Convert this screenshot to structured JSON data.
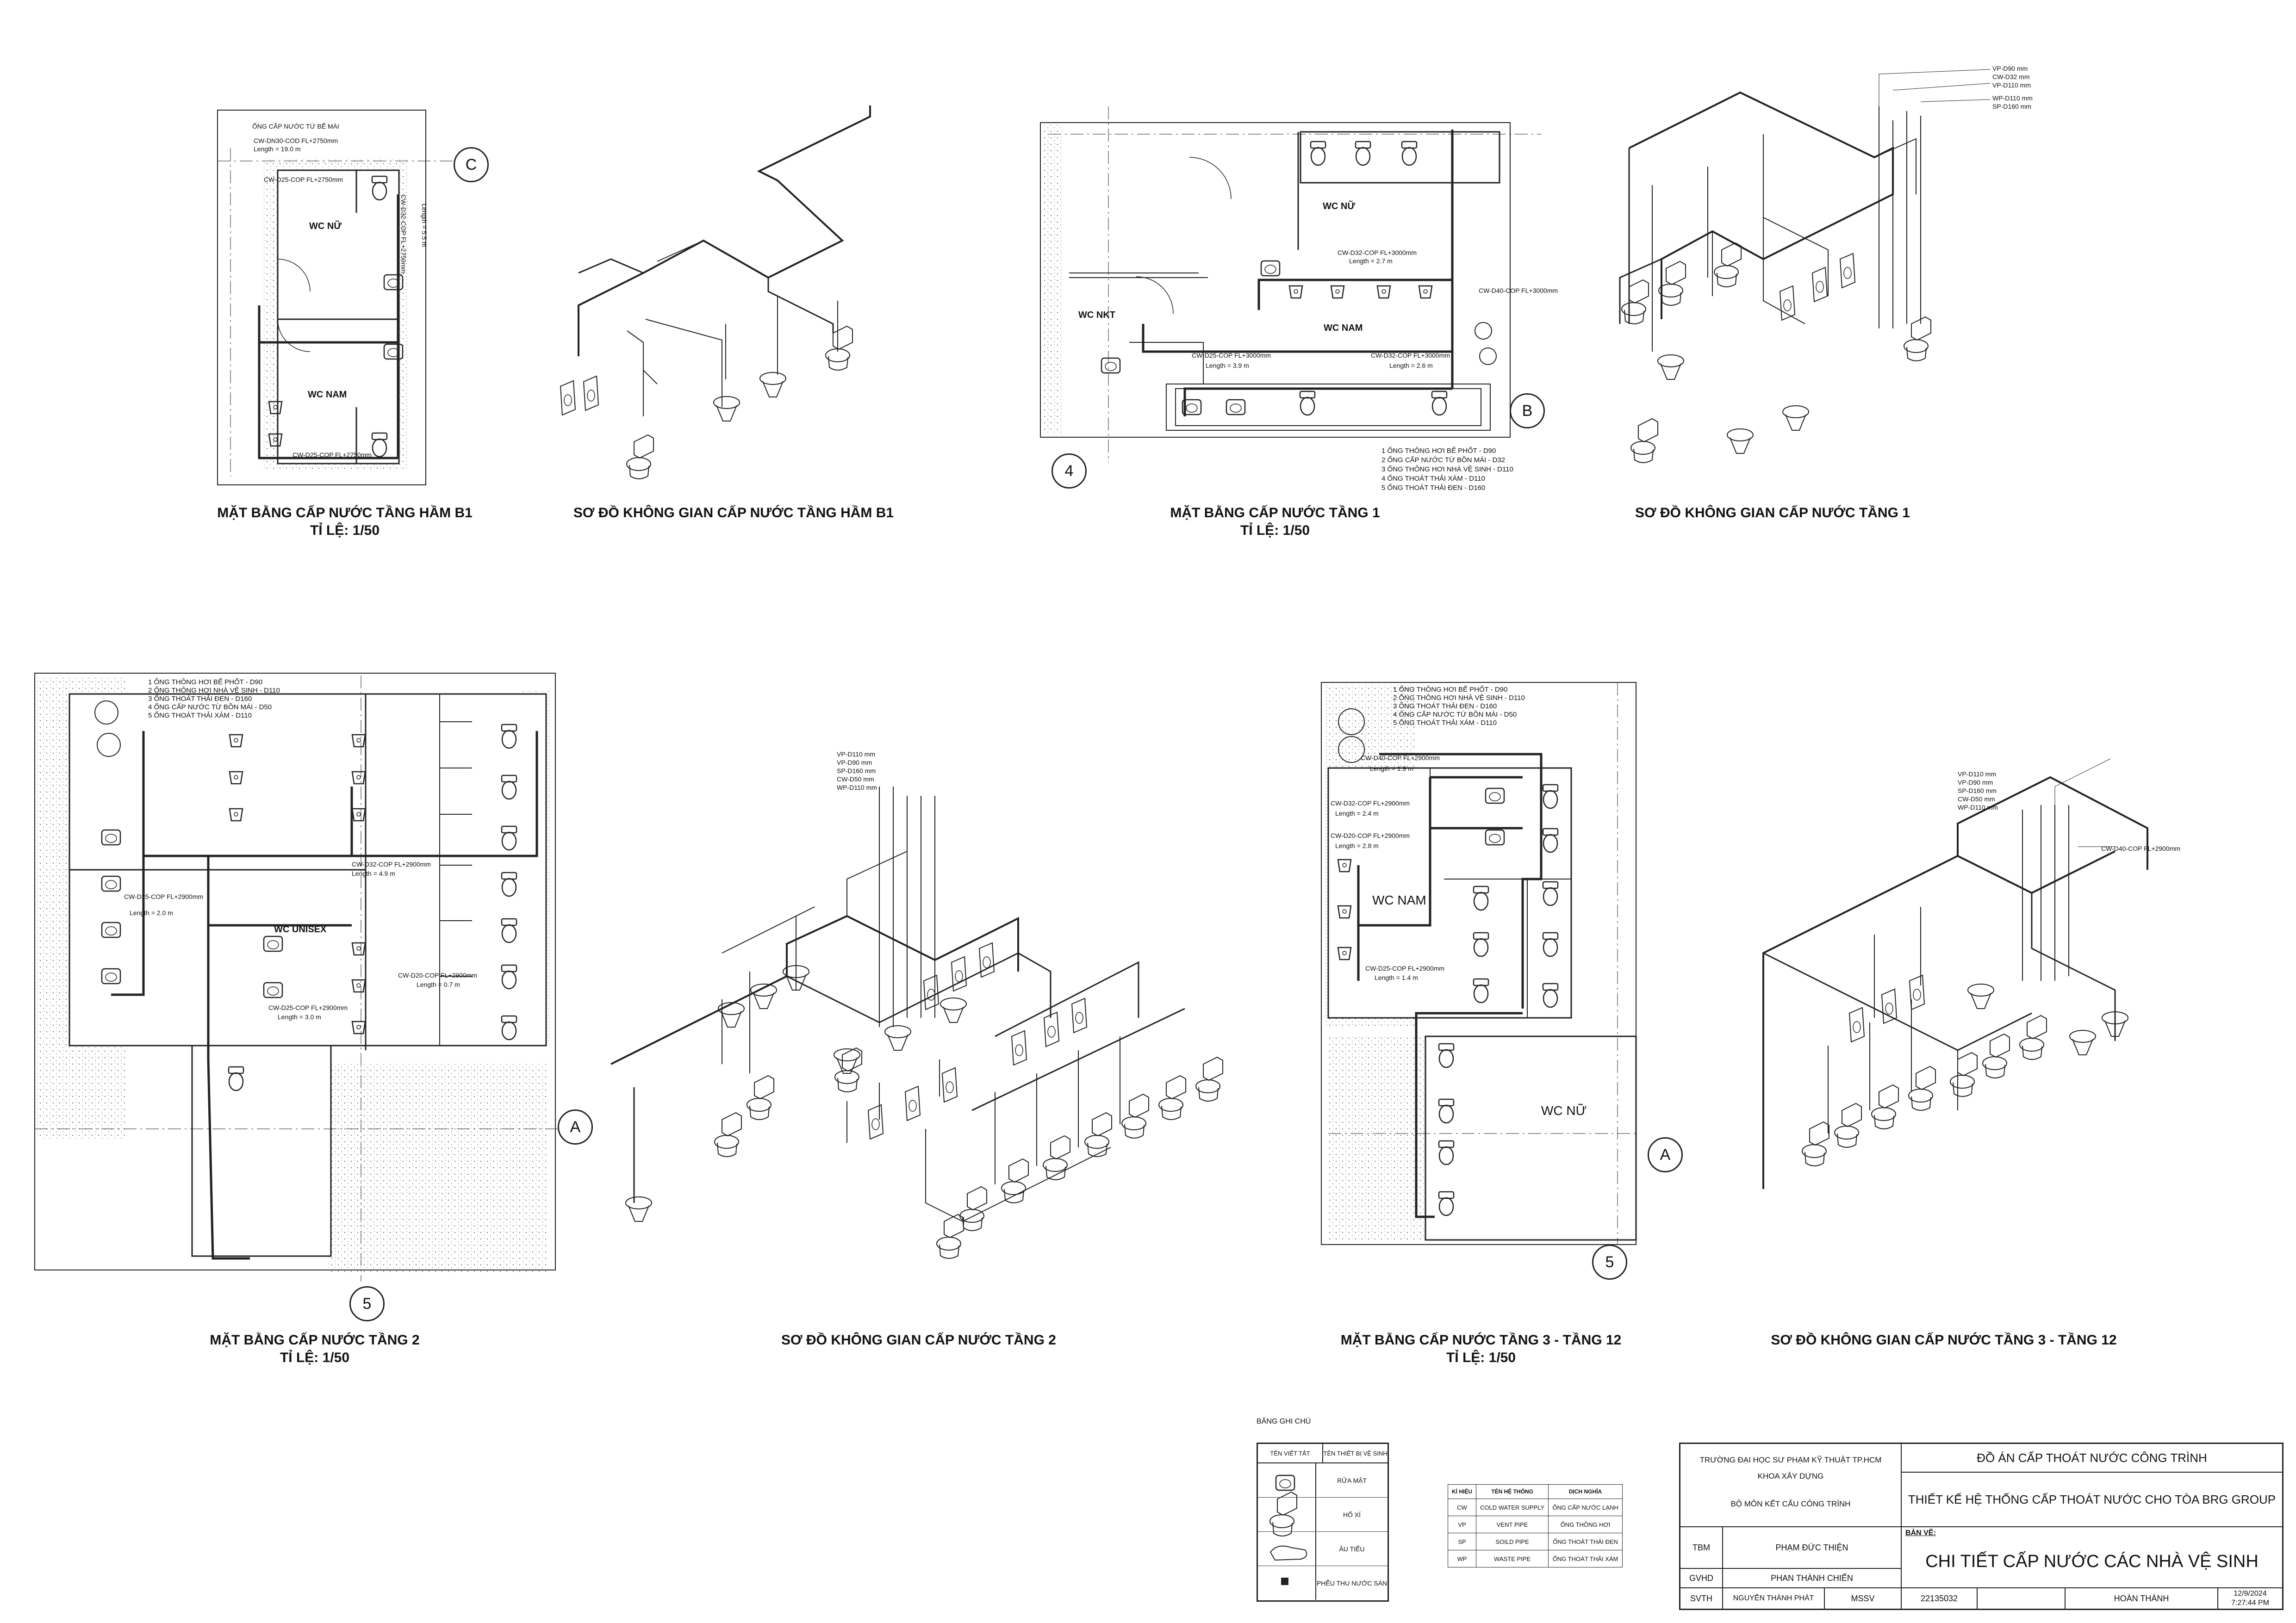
{
  "plans": [
    {
      "title": "MẶT BẰNG CẤP NƯỚC TẦNG HẦM B1",
      "scale": "TỈ LỆ: 1/50"
    },
    {
      "title": "SƠ ĐỒ KHÔNG GIAN CẤP NƯỚC TẦNG HẦM B1",
      "scale": ""
    },
    {
      "title": "MẶT BẰNG CẤP NƯỚC TẦNG 1",
      "scale": "TỈ LỆ: 1/50"
    },
    {
      "title": "SƠ ĐỒ KHÔNG GIAN CẤP NƯỚC TẦNG 1",
      "scale": ""
    },
    {
      "title": "MẶT BẰNG CẤP NƯỚC TẦNG 2",
      "scale": "TỈ LỆ: 1/50"
    },
    {
      "title": "SƠ ĐỒ KHÔNG GIAN CẤP NƯỚC TẦNG 2",
      "scale": ""
    },
    {
      "title": "MẶT BẰNG CẤP NƯỚC TẦNG 3 - TẦNG 12",
      "scale": "TỈ LỆ: 1/50"
    },
    {
      "title": "SƠ ĐỒ KHÔNG GIAN CẤP NƯỚC TẦNG 3 - TẦNG 12",
      "scale": ""
    }
  ],
  "rooms": {
    "b1_female": "WC NỮ",
    "b1_male": "WC NAM",
    "f1_female": "WC NỮ",
    "f1_male": "WC NAM",
    "f1_nkt": "WC NKT",
    "f2_unisex": "WC UNISEX",
    "f3_male": "WC NAM",
    "f3_female": "WC NỮ"
  },
  "grid_labels": {
    "b1": "C",
    "f1_left": "4",
    "f1_right": "B",
    "f2_right": "A",
    "f2_bottom": "5",
    "f3_right": "A",
    "f3_bottom": "5"
  },
  "pipe_labels": {
    "b1_roof": "ỐNG CẤP NƯỚC TỪ BỂ MÁI",
    "b1_roof_size": "CW-DN30-COD FL+2750mm",
    "b1_roof_len": "Length = 19.0 m",
    "b1_a": "CW-D25-COP FL+2750mm",
    "b1_b": "CW-D25-COP FL+2750mm",
    "b1_c": "CW-D32-COP FL+2750mm",
    "b1_d": "Length = 5.5 m",
    "f1_a": "CW-D32-COP FL+3000mm",
    "f1_a_len": "Length = 2.7 m",
    "f1_b": "CW-D25-COP FL+3000mm",
    "f1_b_len": "Length = 3.9 m",
    "f1_c": "CW-D32-COP FL+3000mm",
    "f1_c_len": "Length = 2.6 m",
    "f1_d": "CW-D40-COP FL+3000mm",
    "f2_a": "CW-D32-COP FL+2900mm",
    "f2_a_len": "Length = 4.9 m",
    "f2_b": "CW-D25-COP FL+2900mm",
    "f2_b_len": "Length = 3.0 m",
    "f2_c": "CW-D20-COP FL+2900mm",
    "f2_c_len": "Length = 0.7 m",
    "f2_d": "CW-D25-COP FL+2900mm",
    "f2_d_len": "Length = 2.0 m",
    "f3_a": "CW-D40-COP FL+2900mm",
    "f3_a_len": "Length = 1.9 m",
    "f3_b": "CW-D32-COP FL+2900mm",
    "f3_b_len": "Length = 2.4 m",
    "f3_c": "CW-D20-COP FL+2900mm",
    "f3_c_len": "Length = 2.8 m",
    "f3_d": "CW-D25-COP FL+2900mm",
    "f3_d_len": "Length = 1.4 m",
    "f3_iso_main": "CW-D40-COP FL+2900mm"
  },
  "riser_notes_f1": [
    "1 ỐNG THÔNG HƠI BỂ PHỐT - D90",
    "2 ỐNG CẤP NƯỚC TỪ BỒN MÁI - D32",
    "3 ỐNG THÔNG HƠI NHÀ VỆ SINH - D110",
    "4 ỐNG THOÁT THẢI XÁM - D110",
    "5 ỐNG THOÁT THẢI ĐEN - D160"
  ],
  "riser_notes_f2": [
    "1 ỐNG THÔNG HƠI BỂ PHỐT - D90",
    "2 ỐNG THÔNG HƠI NHÀ VỆ SINH - D110",
    "3 ỐNG THOÁT THẢI ĐEN - D160",
    "4 ỐNG CẤP NƯỚC TỪ BỒN MÁI - D50",
    "5 ỐNG THOÁT THẢI XÁM - D110"
  ],
  "riser_notes_f3": [
    "1 ỐNG THÔNG HƠI BỂ PHỐT - D90",
    "2 ỐNG THÔNG HƠI NHÀ VỆ SINH - D110",
    "3 ỐNG THOÁT THẢI ĐEN - D160",
    "4 ỐNG CẤP NƯỚC TỪ BỒN MÁI - D50",
    "5 ỐNG THOÁT THẢI XÁM - D110"
  ],
  "iso_riser_tags_f1": [
    "VP-D90 mm",
    "CW-D32 mm",
    "VP-D110 mm",
    "WP-D110 mm",
    "SP-D160 mm"
  ],
  "iso_riser_tags_f2": [
    "VP-D110 mm",
    "VP-D90 mm",
    "SP-D160 mm",
    "CW-D50 mm",
    "WP-D110 mm"
  ],
  "iso_riser_tags_f3": [
    "VP-D110 mm",
    "VP-D90 mm",
    "SP-D160 mm",
    "CW-D50 mm",
    "WP-D110 mm"
  ],
  "legend": {
    "title": "BẢNG GHI CHÚ",
    "col1": "TÊN VIẾT TẮT",
    "col2": "TÊN THIẾT BỊ VỆ SINH",
    "items": [
      "RỬA MẶT",
      "HỐ XÍ",
      "ÂU TIỂU",
      "PHỄU THU NƯỚC SÀN"
    ]
  },
  "pipe_table": {
    "headers": [
      "KÍ HIỆU",
      "TÊN HỆ THỐNG",
      "DỊCH NGHĨA"
    ],
    "rows": [
      [
        "CW",
        "COLD WATER SUPPLY",
        "ỐNG CẤP NƯỚC LẠNH"
      ],
      [
        "VP",
        "VENT PIPE",
        "ỐNG THÔNG HƠI"
      ],
      [
        "SP",
        "SOILD PIPE",
        "ỐNG THOÁT THẢI ĐEN"
      ],
      [
        "WP",
        "WASTE PIPE",
        "ỐNG THOÁT THẢI XÁM"
      ]
    ]
  },
  "title_block": {
    "school": "TRƯỜNG ĐẠI HỌC SƯ PHẠM KỸ THUẬT TP.HCM",
    "faculty": "KHOA XÂY DỰNG",
    "dept": "BỘ MÔN KẾT CẤU CÔNG TRÌNH",
    "project": "ĐỒ ÁN CẤP THOÁT NƯỚC CÔNG TRÌNH",
    "subject": "THIẾT KẾ HỆ THỐNG CẤP THOÁT NƯỚC CHO TÒA BRG GROUP",
    "sheet_label": "BẢN VẼ:",
    "sheet_title": "CHI TIẾT CẤP NƯỚC CÁC NHÀ VỆ SINH",
    "tbm_label": "TBM",
    "tbm": "PHẠM ĐỨC THIỆN",
    "gvhd_label": "GVHD",
    "gvhd": "PHAN THÀNH CHIẾN",
    "svth_label": "SVTH",
    "svth": "NGUYỄN THÀNH PHÁT",
    "mssv_label": "MSSV",
    "mssv": "22135032",
    "status": "HOÀN THÀNH",
    "date": "12/9/2024",
    "time": "7:27:44 PM"
  }
}
